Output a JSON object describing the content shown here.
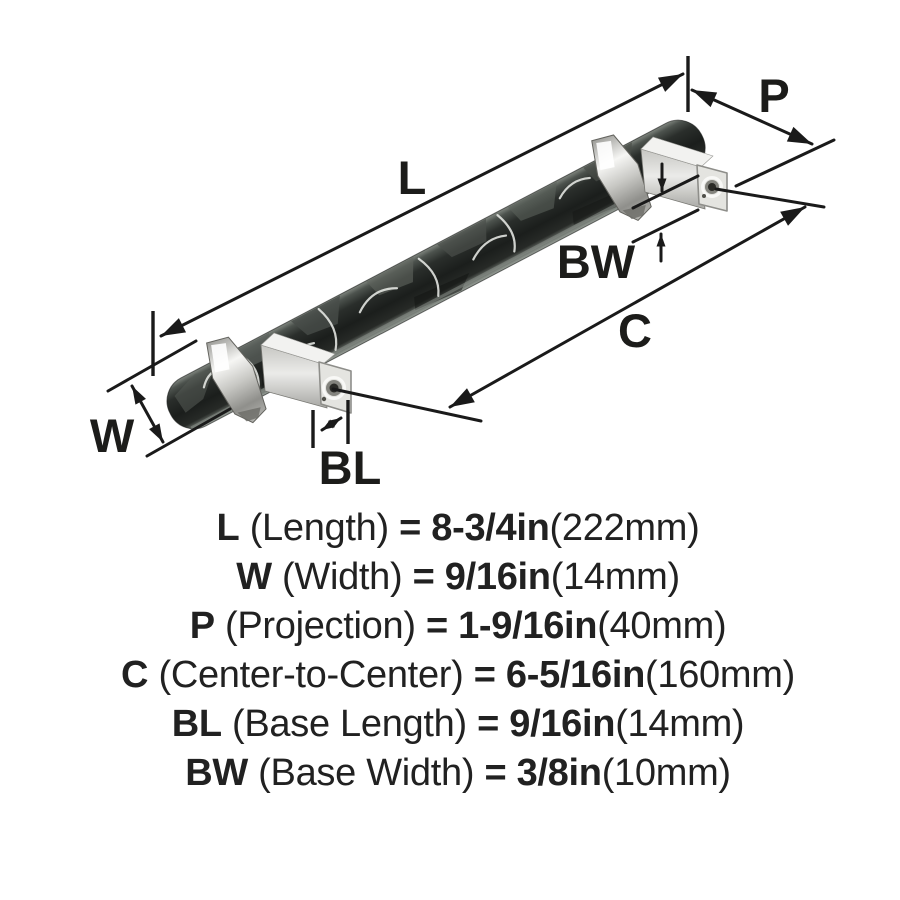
{
  "style": {
    "ink_color": "#1a1a1a"
  },
  "diagram": {
    "description": "cabinet pull handle dimension drawing",
    "dimension_labels": {
      "length": "L",
      "width": "W",
      "projection": "P",
      "center_to_center": "C",
      "base_length": "BL",
      "base_width": "BW"
    }
  },
  "specs": {
    "rows": [
      {
        "symbol": "L",
        "name": " (Length) ",
        "equals": "= ",
        "imperial": "8-3/4in",
        "metric": "(222mm)"
      },
      {
        "symbol": "W",
        "name": " (Width) ",
        "equals": "= ",
        "imperial": "9/16in",
        "metric": "(14mm)"
      },
      {
        "symbol": "P",
        "name": " (Projection) ",
        "equals": "= ",
        "imperial": "1-9/16in",
        "metric": "(40mm)"
      },
      {
        "symbol": "C",
        "name": " (Center-to-Center) ",
        "equals": "= ",
        "imperial": "6-5/16in",
        "metric": "(160mm)"
      },
      {
        "symbol": "BL",
        "name": " (Base Length) ",
        "equals": "= ",
        "imperial": "9/16in",
        "metric": "(14mm)"
      },
      {
        "symbol": "BW",
        "name": " (Base Width) ",
        "equals": "= ",
        "imperial": "3/8in",
        "metric": "(10mm)"
      }
    ]
  }
}
